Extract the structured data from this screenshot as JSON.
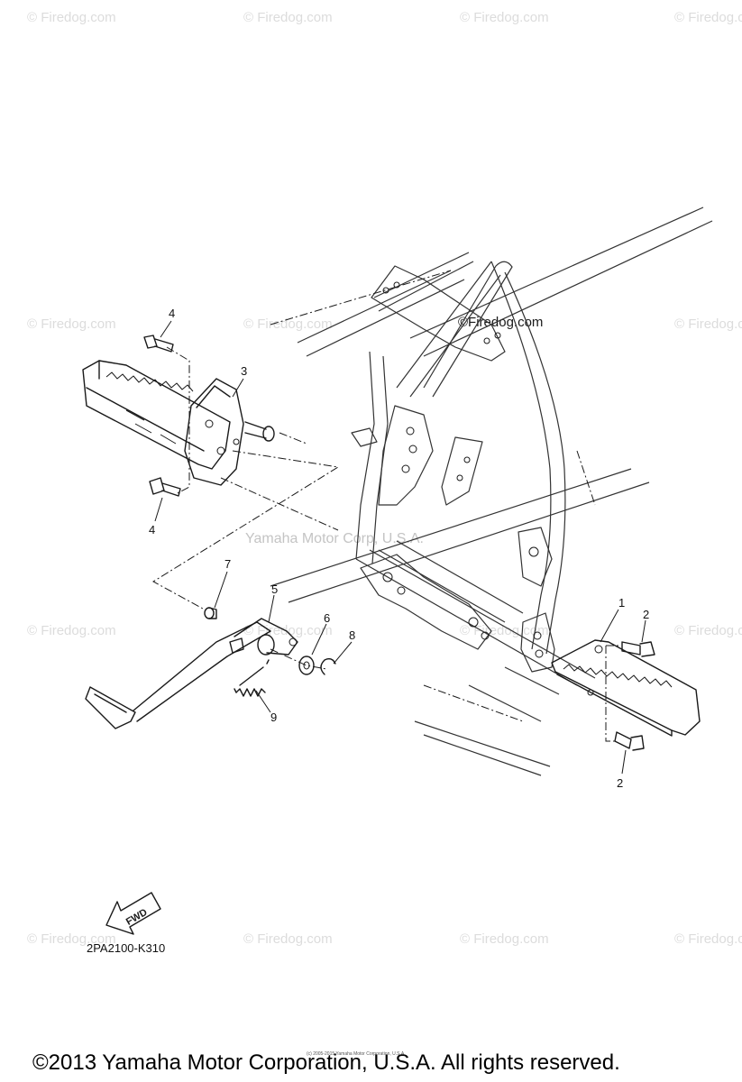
{
  "watermarks": [
    "© Firedog.com",
    "© Firedog.com",
    "© Firedog.com",
    "© Firedog.com",
    "© Firedog.com",
    "© Firedog.com",
    "© Firedog.com",
    "© Firedog.com",
    "© Firedog.com",
    "© Firedog.com",
    "© Firedog.com",
    "© Firedog.com",
    "© Firedog.com",
    "© Firedog.com",
    "© Firedog.com"
  ],
  "watermark_center": "©Firedog.com",
  "watermark_company": "Yamaha Motor Corp, U.S.A.",
  "callouts": {
    "c1": "1",
    "c2a": "2",
    "c2b": "2",
    "c3": "3",
    "c4a": "4",
    "c4b": "4",
    "c5": "5",
    "c6": "6",
    "c7": "7",
    "c8": "8",
    "c9": "9"
  },
  "fwd_label": "FWD",
  "diagram_code": "2PA2100-K310",
  "fine_print": "(c) 2005-2015 Yamaha Motor Corporation, U.S.A.",
  "copyright": "©2013 Yamaha Motor Corporation, U.S.A. All rights reserved."
}
